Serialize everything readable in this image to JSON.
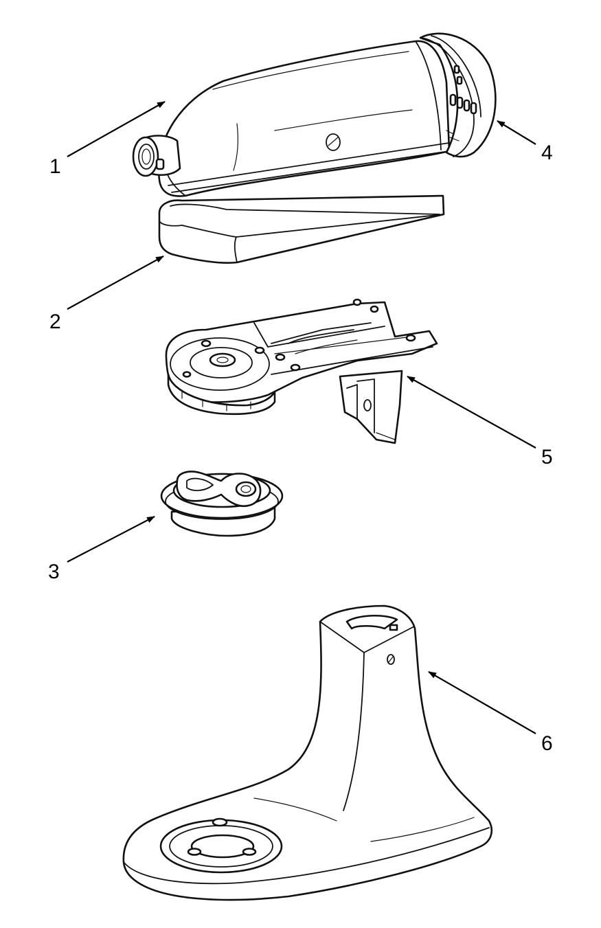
{
  "callouts": [
    {
      "id": "1",
      "label": "1",
      "part": "motor-housing"
    },
    {
      "id": "2",
      "label": "2",
      "part": "housing-trim-band"
    },
    {
      "id": "3",
      "label": "3",
      "part": "planetary-cap"
    },
    {
      "id": "4",
      "label": "4",
      "part": "rear-cover"
    },
    {
      "id": "5",
      "label": "5",
      "part": "gear-case-frame"
    },
    {
      "id": "6",
      "label": "6",
      "part": "pedestal-base"
    }
  ],
  "colors": {
    "line": "#111111",
    "background": "#ffffff"
  }
}
